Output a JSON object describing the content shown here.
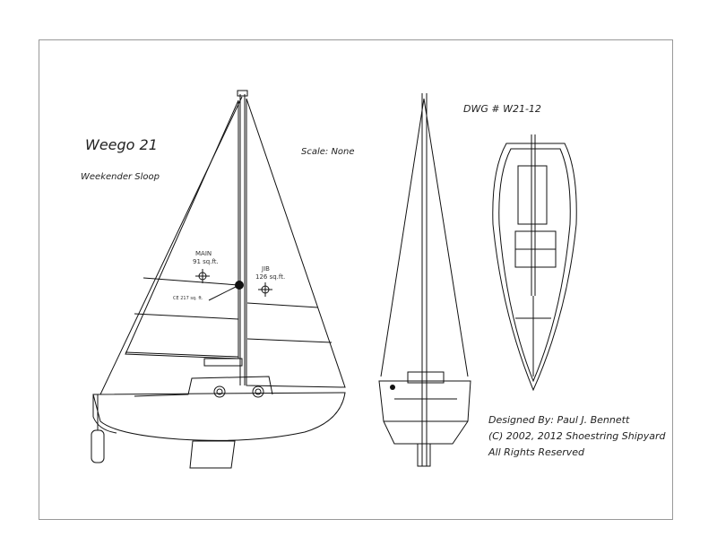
{
  "title": "Weego 21",
  "subtitle": "Weekender Sloop",
  "scale": "Scale: None",
  "drawing_number": "DWG # W21-12",
  "sails": {
    "main_label": "MAIN",
    "main_area": "91 sq.ft.",
    "jib_label": "JIB",
    "jib_area": "126 sq.ft.",
    "ce_label": "CE 217 sq. ft."
  },
  "credits": {
    "designer": "Designed By: Paul J. Bennett",
    "copyright": "(C) 2002, 2012 Shoestring Shipyard",
    "rights": "All Rights Reserved"
  }
}
